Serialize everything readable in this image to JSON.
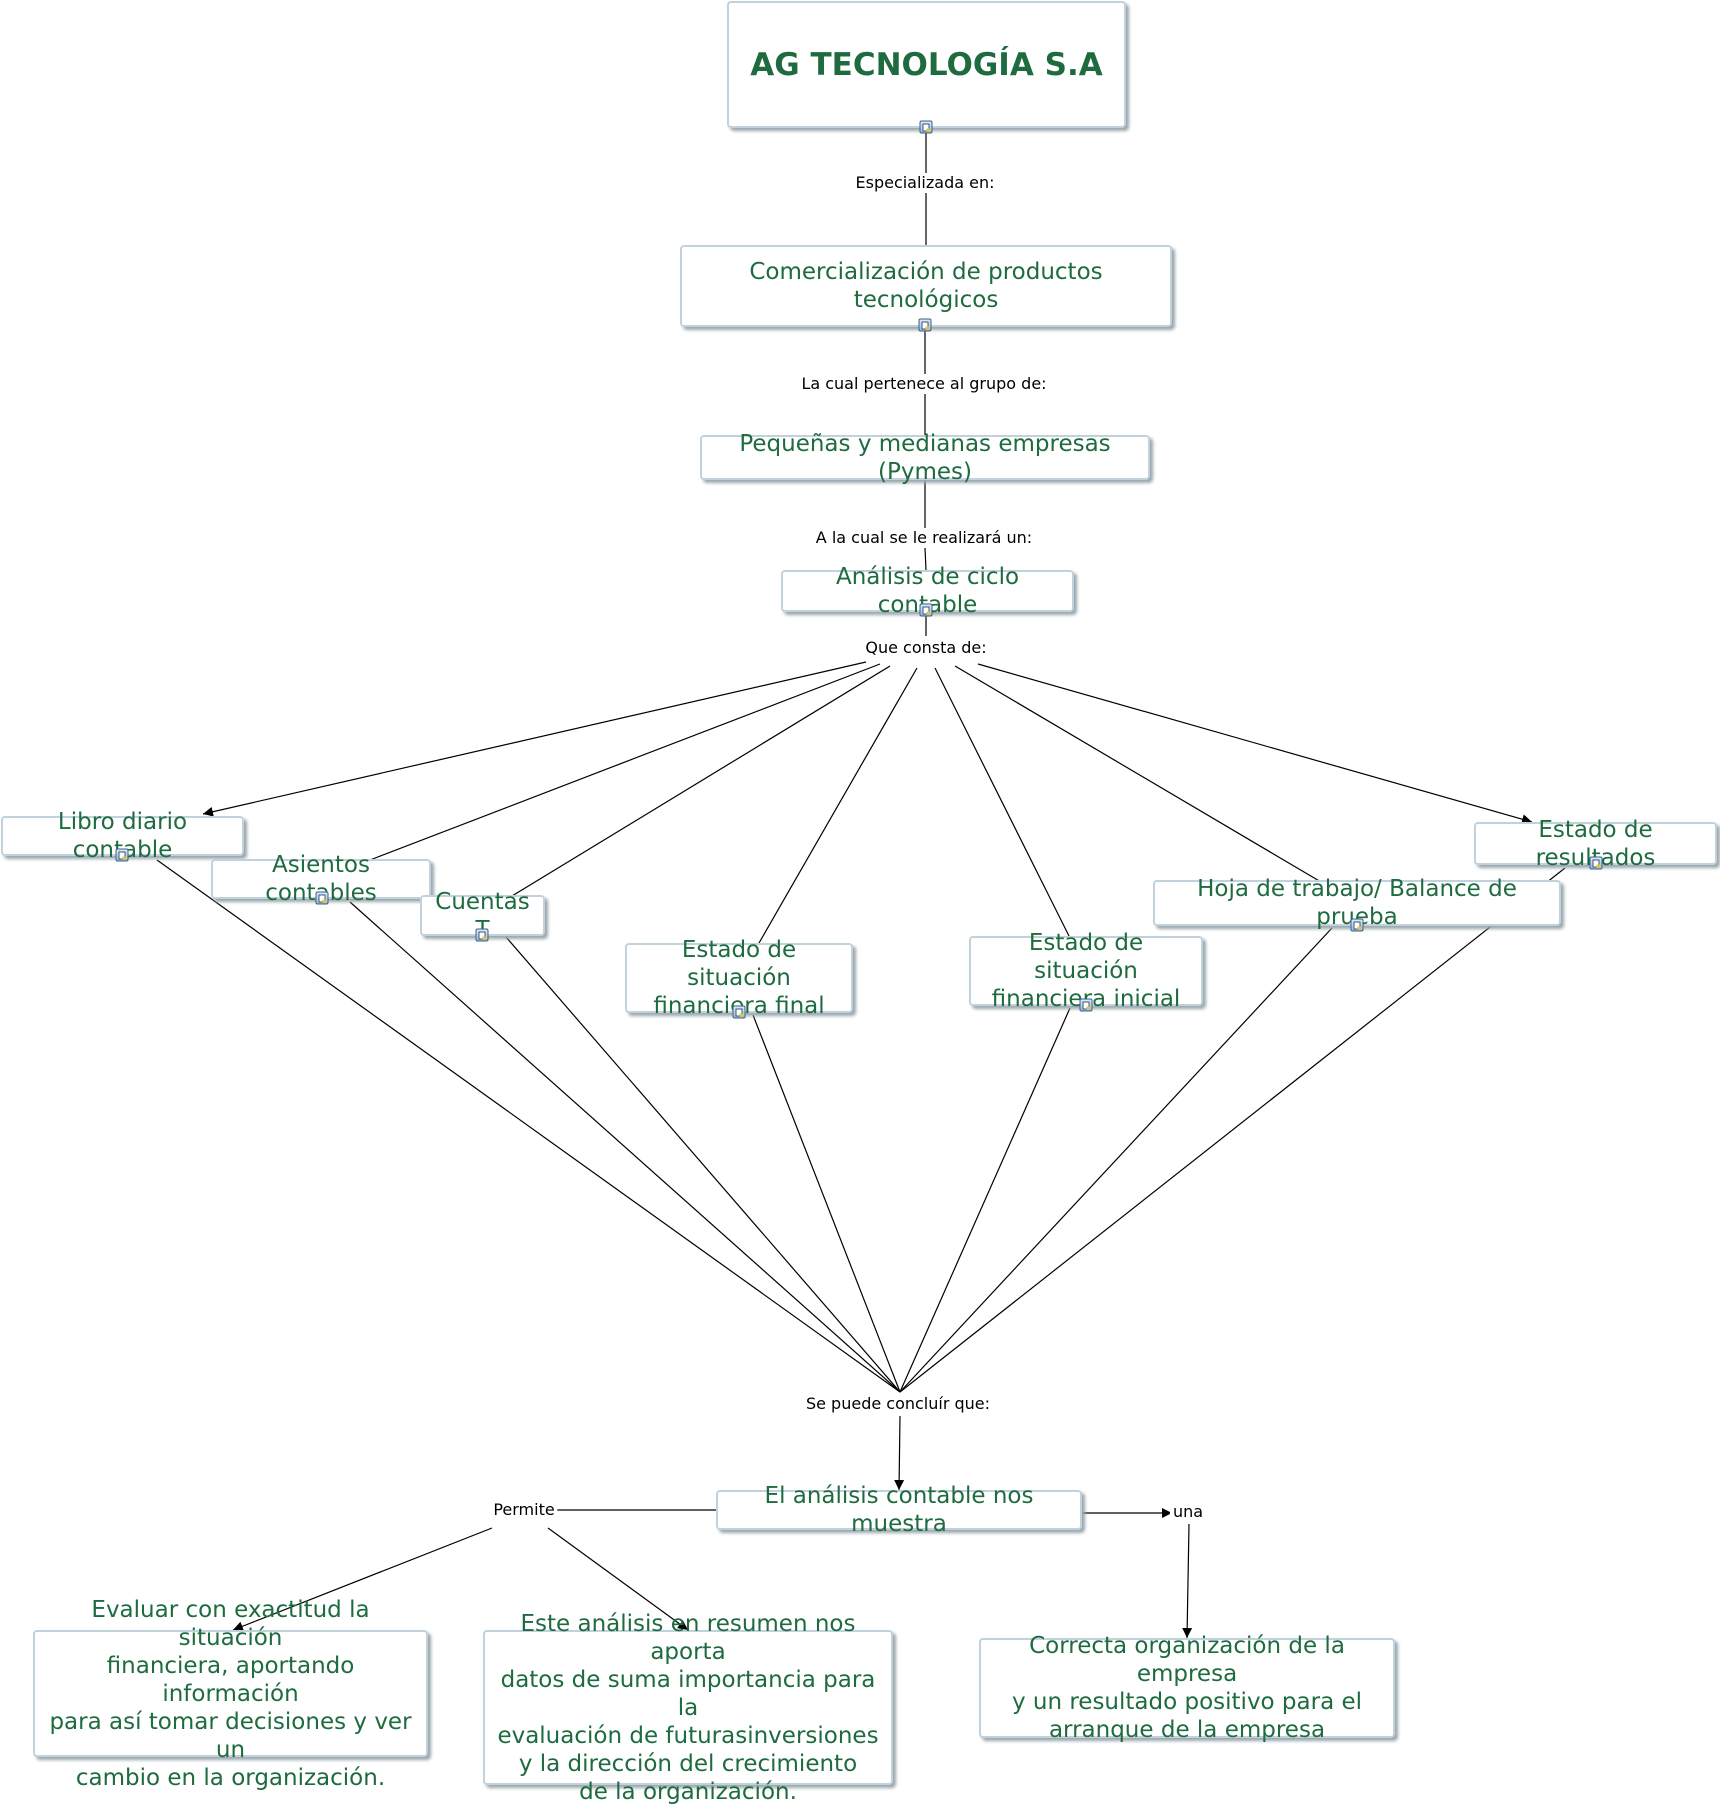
{
  "nodes": {
    "company": "AG TECNOLOGÍA S.A",
    "commerce": "Comercialización de productos tecnológicos",
    "pymes": "Pequeñas y medianas empresas (Pymes)",
    "cycle": "Análisis de ciclo contable",
    "diary": "Libro diario contable",
    "entries": "Asientos contables",
    "t_accounts": "Cuentas T",
    "final_position": "Estado de situación\nfinanciera final",
    "initial_position": "Estado de situación\nfinanciera inicial",
    "worksheet": "Hoja de trabajo/ Balance de prueba",
    "income": "Estado de resultados",
    "analysis": "El análisis contable nos muestra",
    "evaluate": "Evaluar con exactitud la situación\nfinanciera, aportando información\npara así tomar decisiones y ver un\ncambio en la organización.",
    "summary": "Este análisis en resumen nos aporta\ndatos de suma importancia para la\nevaluación de futurasinversiones\ny la dirección del crecimiento\nde la organización.",
    "organization": "Correcta organización de la empresa\ny un resultado positivo para el\narranque de la empresa"
  },
  "links": {
    "specialized": "Especializada en:",
    "belongs": "La cual pertenece al grupo de:",
    "perform": "A la cual se le realizará un:",
    "consists": "Que consta de:",
    "conclude": "Se puede concluír que:",
    "allows": "Permite",
    "una": "una"
  },
  "colors": {
    "node_text": "#1e6b3f",
    "node_border": "#c2d2dc",
    "edge": "#000000"
  },
  "icons": [
    "resource-icon"
  ]
}
